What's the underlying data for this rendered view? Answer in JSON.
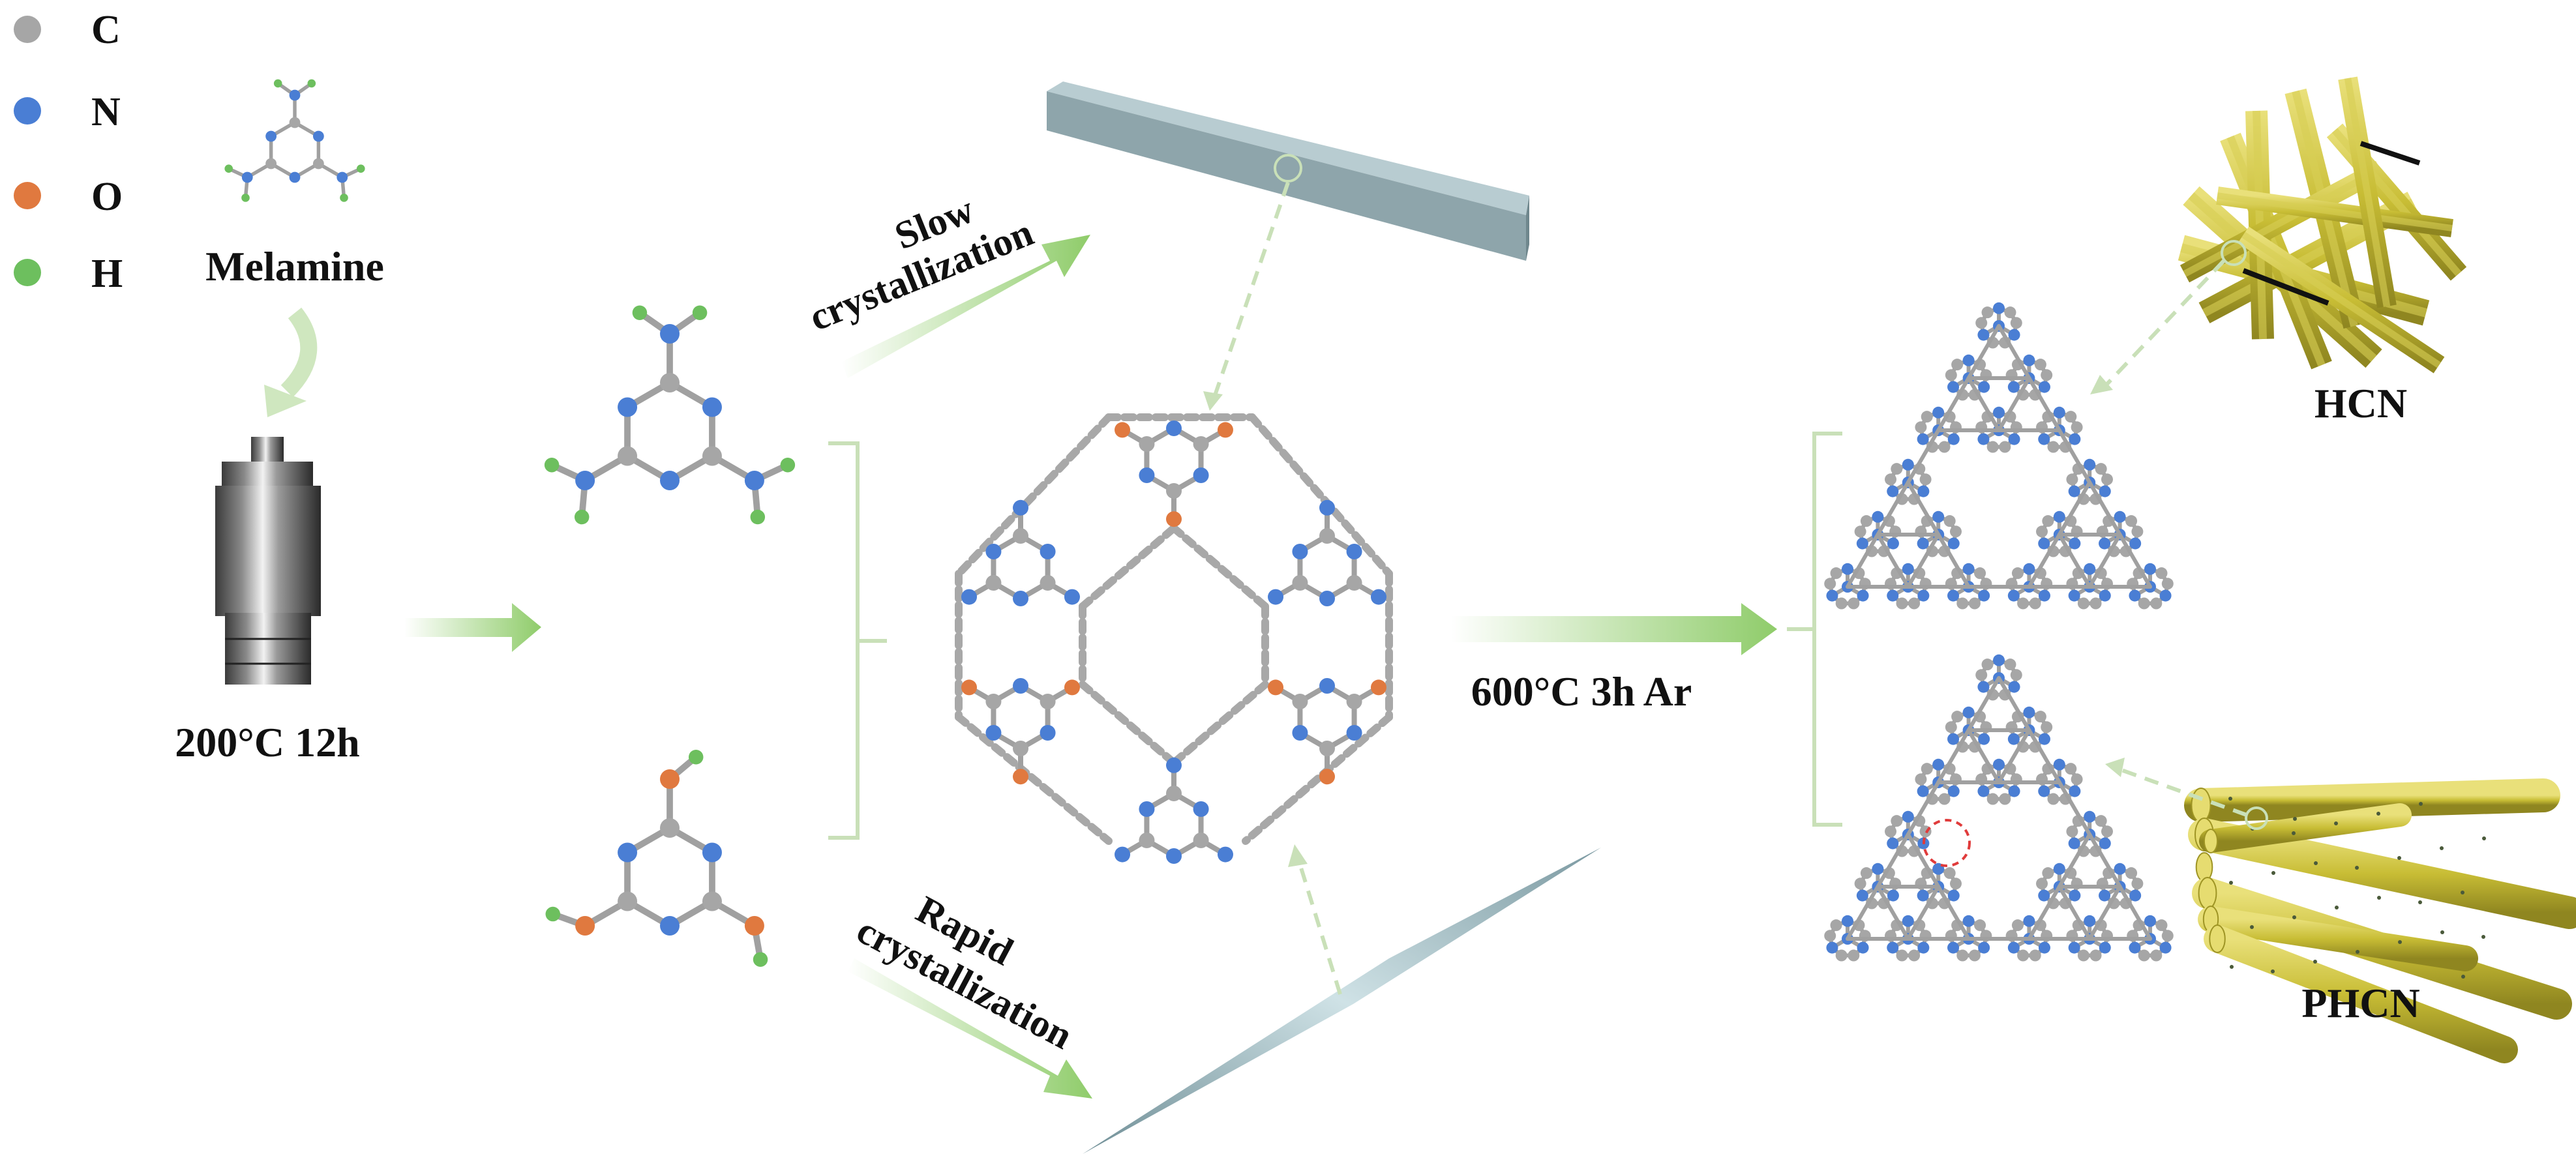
{
  "legend": {
    "items": [
      {
        "symbol": "C",
        "color": "#a6a6a6"
      },
      {
        "symbol": "N",
        "color": "#4a7ed4"
      },
      {
        "symbol": "O",
        "color": "#e0793f"
      },
      {
        "symbol": "H",
        "color": "#6dbf5e"
      }
    ]
  },
  "labels": {
    "melamine": "Melamine",
    "autoclave_condition": "200°C 12h",
    "slow_line1": "Slow",
    "slow_line2": "crystallization",
    "rapid_line1": "Rapid",
    "rapid_line2": "crystallization",
    "anneal_condition": "600°C 3h Ar",
    "hcn": "HCN",
    "phcn": "PHCN"
  },
  "colors": {
    "carbon": "#a6a6a6",
    "nitrogen": "#4a7ed4",
    "oxygen": "#e0793f",
    "hydrogen": "#6dbf5e",
    "bond": "#a0a0a0",
    "arrow_green": "#8fcc6a",
    "hbond": "#a8a8a8",
    "rod_gray": "#8ea5ab",
    "rod_yellow": "#c9bf3d",
    "bracket": "#c9e0b8"
  },
  "icons": {
    "autoclave": "autoclave-icon",
    "prism_rod": "hexagonal-prism-icon",
    "needle": "needle-crystal-icon",
    "hcn_cluster": "rod-cluster-icon",
    "phcn_bundle": "porous-rod-bundle-icon"
  }
}
